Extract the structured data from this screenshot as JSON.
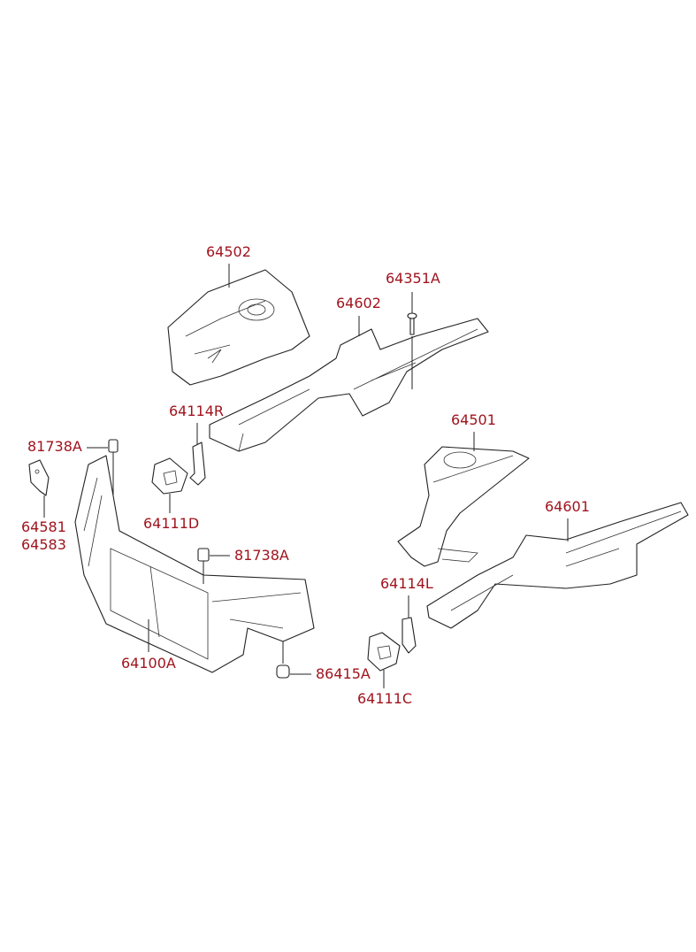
{
  "diagram": {
    "label_color": "#a0141e",
    "parts": [
      {
        "id": "p64502",
        "label": "64502"
      },
      {
        "id": "p64351A",
        "label": "64351A"
      },
      {
        "id": "p64602",
        "label": "64602"
      },
      {
        "id": "p64114R",
        "label": "64114R"
      },
      {
        "id": "p64501",
        "label": "64501"
      },
      {
        "id": "p81738A_top",
        "label": "81738A"
      },
      {
        "id": "p64581",
        "label": "64581"
      },
      {
        "id": "p64583",
        "label": "64583"
      },
      {
        "id": "p64111D",
        "label": "64111D"
      },
      {
        "id": "p81738A_mid",
        "label": "81738A"
      },
      {
        "id": "p64601",
        "label": "64601"
      },
      {
        "id": "p64114L",
        "label": "64114L"
      },
      {
        "id": "p64100A",
        "label": "64100A"
      },
      {
        "id": "p86415A",
        "label": "86415A"
      },
      {
        "id": "p64111C",
        "label": "64111C"
      }
    ]
  }
}
